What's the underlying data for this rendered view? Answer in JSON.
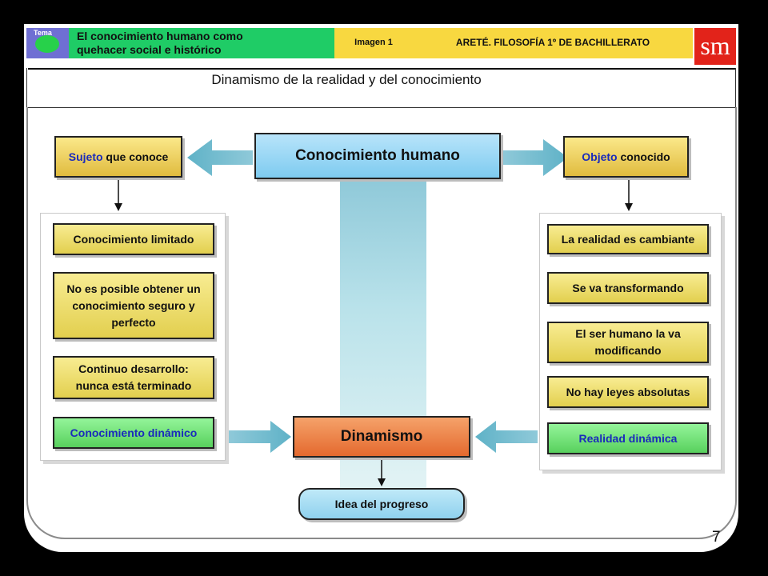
{
  "header": {
    "tema_label": "Tema",
    "unit_title_line1": "El conocimiento humano como",
    "unit_title_line2": "quehacer social e histórico",
    "image_label": "Imagen 1",
    "course_label": "ARETÉ. FILOSOFÍA 1º DE BACHILLERATO",
    "publisher_logo": "sm"
  },
  "subtitle": "Dinamismo de la realidad y del conocimiento",
  "diagram": {
    "center": "Conocimiento humano",
    "left_header": {
      "highlight": "Sujeto",
      "rest": " que conoce"
    },
    "right_header": {
      "highlight": "Objeto",
      "rest": " conocido"
    },
    "left_items": [
      "Conocimiento limitado",
      "No es posible obtener un conocimiento seguro y perfecto",
      "Continuo desarrollo: nunca está terminado"
    ],
    "left_result": "Conocimiento dinámico",
    "right_items": [
      "La realidad es cambiante",
      "Se va transformando",
      "El ser humano la va modificando",
      "No hay leyes absolutas"
    ],
    "right_result": "Realidad dinámica",
    "core": "Dinamismo",
    "outcome": "Idea del progreso"
  },
  "colors": {
    "header_green": "#1fcc66",
    "header_yellow": "#f8d840",
    "logo_red": "#e2231a",
    "item_yellow": "#eedc6a",
    "result_green": "#6cdc70",
    "highlight_blue": "#1a2bbb",
    "dinamismo_orange": "#e87a3e",
    "center_blue": "#8fd1f2"
  },
  "page_number": "7"
}
